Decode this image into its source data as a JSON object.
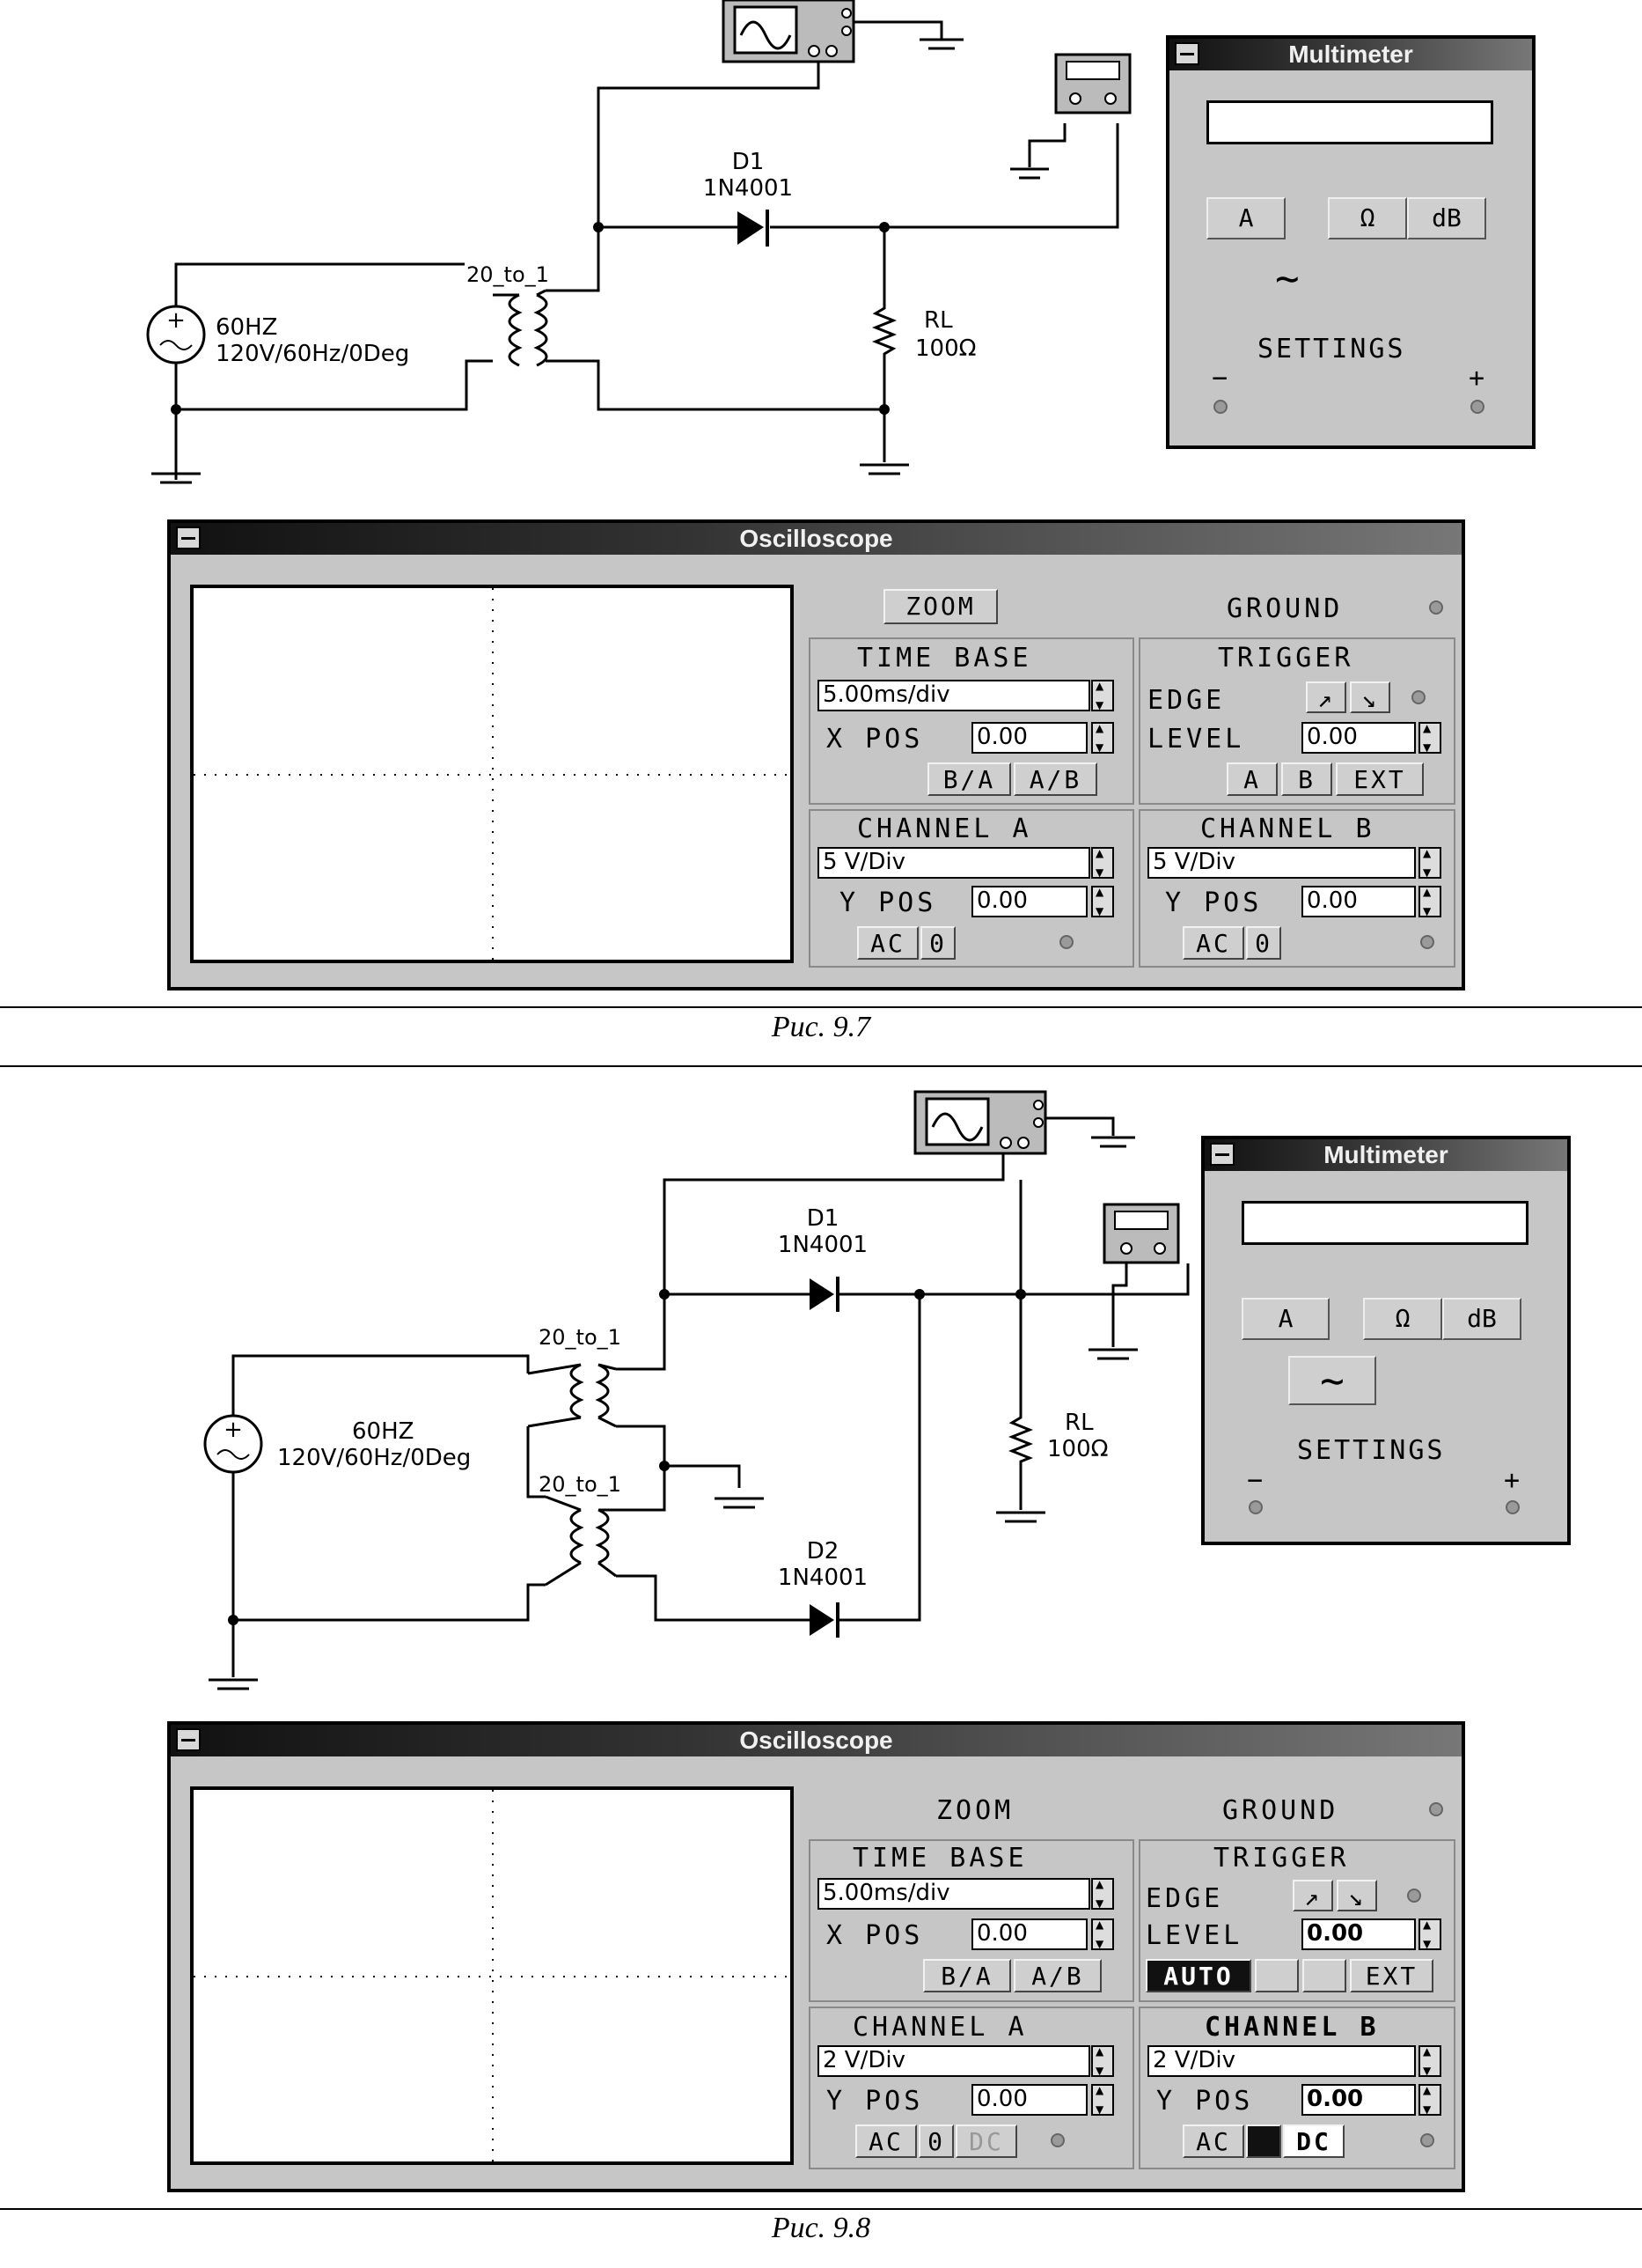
{
  "fig1": {
    "caption": "Рис. 9.7",
    "source": {
      "name": "60HZ",
      "spec": "120V/60Hz/0Deg"
    },
    "transformer": {
      "label": "20_to_1"
    },
    "diode": {
      "name": "D1",
      "model": "1N4001"
    },
    "resistor": {
      "name": "RL",
      "value": "100Ω"
    },
    "multimeter": {
      "title": "Multimeter",
      "buttons": [
        "A",
        "Ω",
        "dB"
      ],
      "ac_symbol": "∼",
      "settings": "SETTINGS",
      "minus": "−",
      "plus": "+"
    },
    "oscilloscope": {
      "title": "Oscilloscope",
      "zoom": "ZOOM",
      "ground": "GROUND",
      "time_base": {
        "label": "TIME BASE",
        "value": "5.00ms/div",
        "xpos_label": "X POS",
        "xpos_value": "0.00",
        "ba": "B/A",
        "ab": "A/B"
      },
      "trigger": {
        "label": "TRIGGER",
        "edge": "EDGE",
        "level_label": "LEVEL",
        "level_value": "0.00",
        "a": "A",
        "b": "B",
        "ext": "EXT"
      },
      "channel_a": {
        "label": "CHANNEL A",
        "value": "5 V/Div",
        "ypos_label": "Y POS",
        "ypos_value": "0.00",
        "ac": "AC",
        "zero": "0"
      },
      "channel_b": {
        "label": "CHANNEL B",
        "value": "5 V/Div",
        "ypos_label": "Y POS",
        "ypos_value": "0.00",
        "ac": "AC",
        "zero": "0"
      }
    }
  },
  "fig2": {
    "caption": "Рис. 9.8",
    "source": {
      "name": "60HZ",
      "spec": "120V/60Hz/0Deg"
    },
    "transformer_top": {
      "label": "20_to_1"
    },
    "transformer_bottom": {
      "label": "20_to_1"
    },
    "diode1": {
      "name": "D1",
      "model": "1N4001"
    },
    "diode2": {
      "name": "D2",
      "model": "1N4001"
    },
    "resistor": {
      "name": "RL",
      "value": "100Ω"
    },
    "multimeter": {
      "title": "Multimeter",
      "buttons": [
        "A",
        "Ω",
        "dB"
      ],
      "ac_symbol": "∼",
      "settings": "SETTINGS",
      "minus": "−",
      "plus": "+"
    },
    "oscilloscope": {
      "title": "Oscilloscope",
      "zoom": "ZOOM",
      "ground": "GROUND",
      "time_base": {
        "label": "TIME BASE",
        "value": "5.00ms/div",
        "xpos_label": "X POS",
        "xpos_value": "0.00",
        "ba": "B/A",
        "ab": "A/B"
      },
      "trigger": {
        "label": "TRIGGER",
        "edge": "EDGE",
        "level_label": "LEVEL",
        "level_value": "0.00",
        "auto": "AUTO",
        "ext": "EXT"
      },
      "channel_a": {
        "label": "CHANNEL A",
        "value": "2 V/Div",
        "ypos_label": "Y POS",
        "ypos_value": "0.00",
        "ac": "AC",
        "zero": "0",
        "dc": "DC"
      },
      "channel_b": {
        "label": "CHANNEL B",
        "value": "2 V/Div",
        "ypos_label": "Y POS",
        "ypos_value": "0.00",
        "ac": "AC",
        "dc": "DC"
      }
    }
  }
}
